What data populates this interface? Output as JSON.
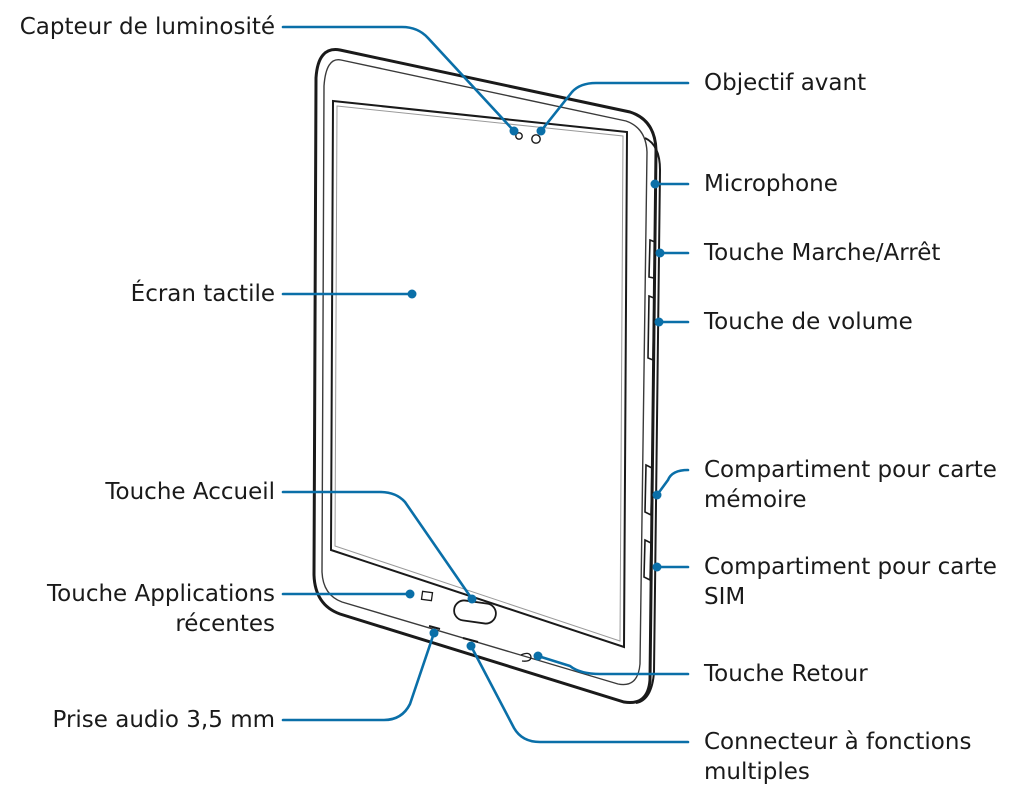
{
  "callouts": {
    "light_sensor": "Capteur de luminosité",
    "front_camera": "Objectif avant",
    "microphone": "Microphone",
    "power_key": "Touche Marche/Arrêt",
    "touchscreen": "Écran tactile",
    "volume_key": "Touche de volume",
    "memory_card_tray_1": "Compartiment pour carte",
    "memory_card_tray_2": "mémoire",
    "home_key": "Touche Accueil",
    "sim_tray_1": "Compartiment pour carte",
    "sim_tray_2": "SIM",
    "recent_apps_1": "Touche Applications",
    "recent_apps_2": "récentes",
    "back_key": "Touche Retour",
    "audio_jack": "Prise audio 3,5 mm",
    "multipurpose_jack_1": "Connecteur à fonctions",
    "multipurpose_jack_2": "multiples"
  },
  "colors": {
    "leader": "#0a6fa8",
    "device_outline": "#1a1a1a",
    "text": "#1a1a1a"
  }
}
